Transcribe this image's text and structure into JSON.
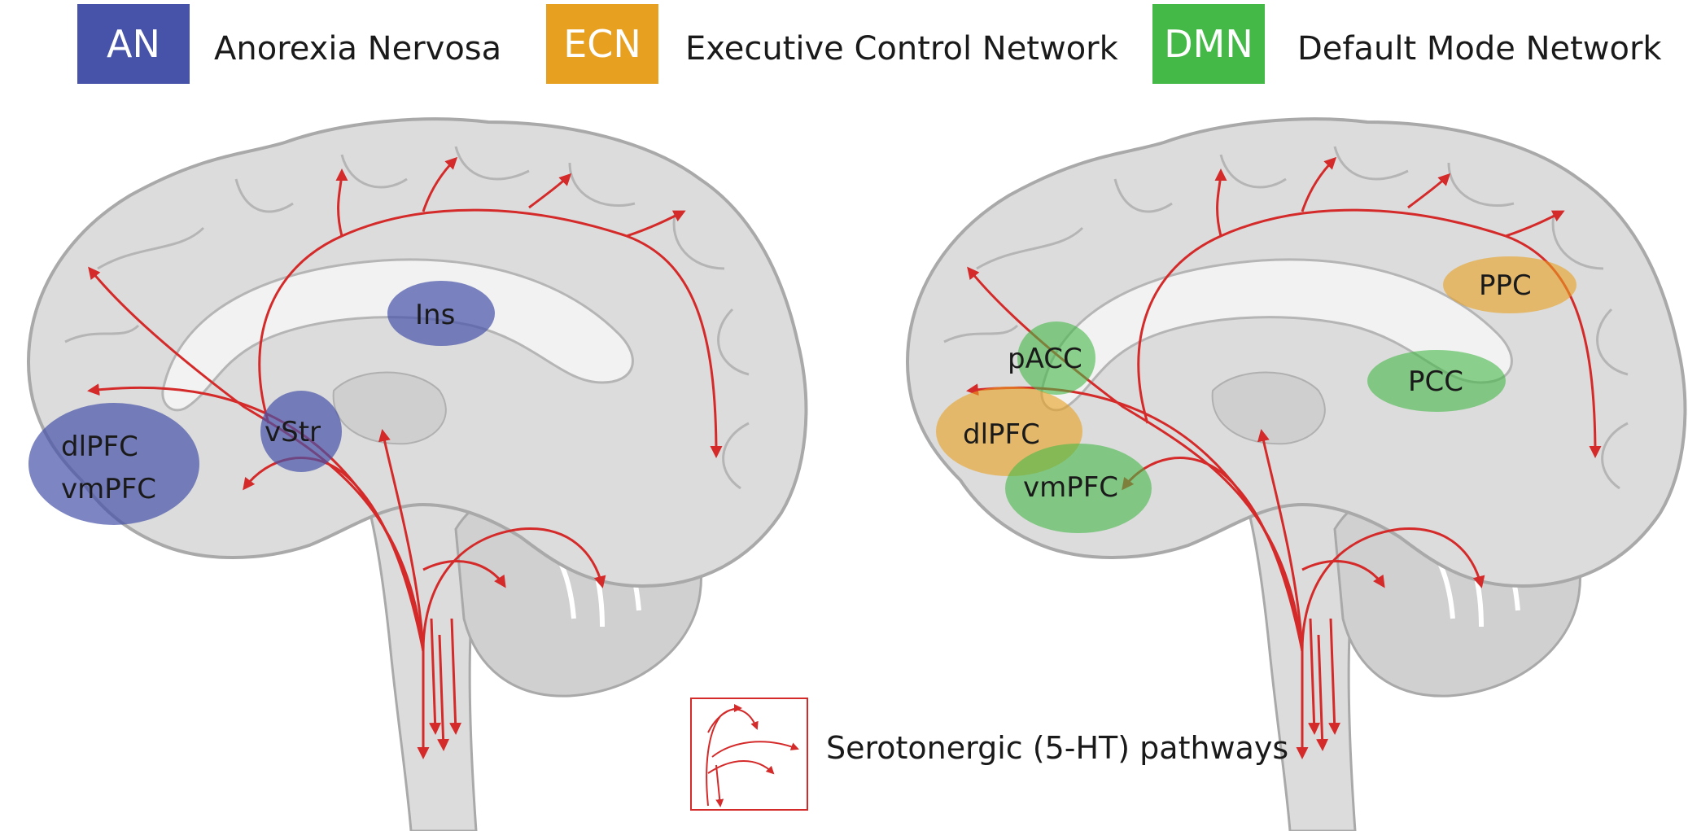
{
  "legend": [
    {
      "abbr": "AN",
      "label": "Anorexia Nervosa",
      "color": "#4653a8"
    },
    {
      "abbr": "ECN",
      "label": "Executive Control Network",
      "color": "#e8a020"
    },
    {
      "abbr": "DMN",
      "label": "Default Mode Network",
      "color": "#44b948"
    }
  ],
  "left_brain": {
    "regions": [
      {
        "label": "Ins",
        "network": "AN"
      },
      {
        "label": "vStr",
        "network": "AN"
      },
      {
        "label": "dlPFC",
        "network": "AN"
      },
      {
        "label": "vmPFC",
        "network": "AN"
      }
    ]
  },
  "right_brain": {
    "regions": [
      {
        "label": "PPC",
        "network": "ECN"
      },
      {
        "label": "pACC",
        "network": "DMN"
      },
      {
        "label": "PCC",
        "network": "DMN"
      },
      {
        "label": "dlPFC",
        "network": "ECN"
      },
      {
        "label": "vmPFC",
        "network": "DMN"
      }
    ]
  },
  "pathway_legend": {
    "label": "Serotonergic (5-HT) pathways",
    "icon": "serotonergic-pathway-icon"
  },
  "colors": {
    "pathway": "#d42a2a",
    "brain_fill": "#dcdcdc",
    "brain_stroke": "#a9a9a9",
    "brain_inner": "#f2f2f2"
  }
}
